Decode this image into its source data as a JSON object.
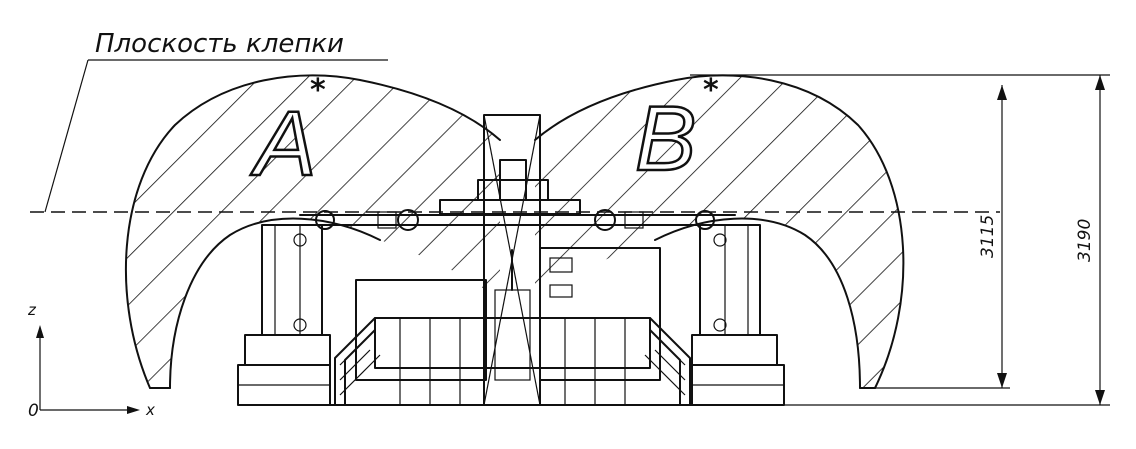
{
  "title": "Плоскость клепки",
  "zones": {
    "left": {
      "letter": "A",
      "mark": "*"
    },
    "right": {
      "letter": "B",
      "mark": "*"
    }
  },
  "dimensions": {
    "inner": "3115",
    "outer": "3190"
  },
  "axes": {
    "z": "z",
    "x": "x",
    "origin": "0"
  }
}
